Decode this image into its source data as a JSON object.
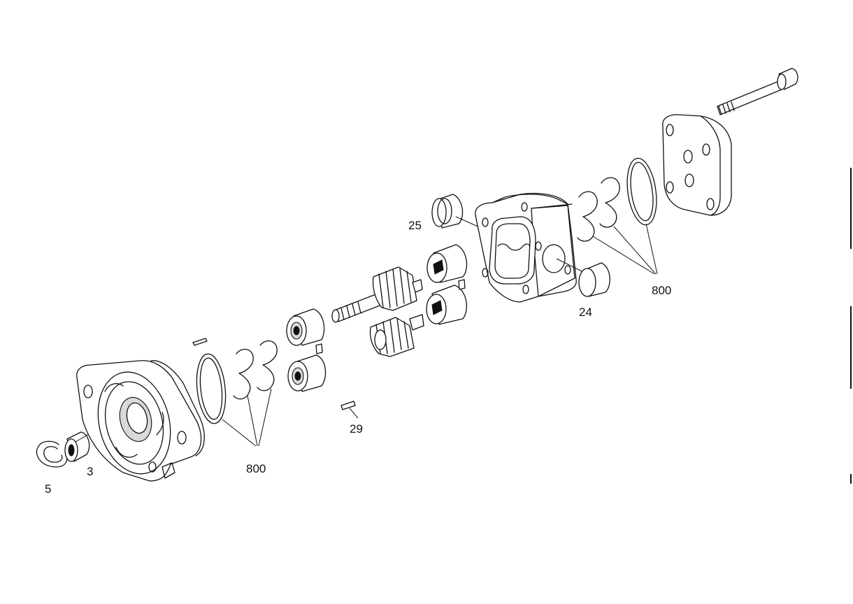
{
  "diagram": {
    "callouts": {
      "c5": "5",
      "c3": "3",
      "c800_front": "800",
      "c29": "29",
      "c25": "25",
      "c24": "24",
      "c800_rear": "800"
    }
  }
}
